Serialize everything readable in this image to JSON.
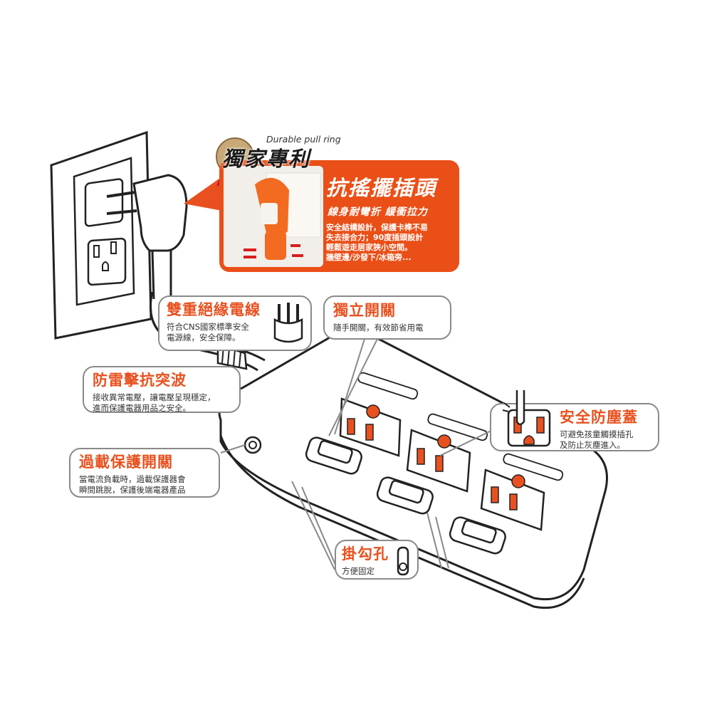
{
  "durable_caption": "Durable pull ring",
  "patent_badge": "獨家專利",
  "feature": {
    "heading": "抗搖擺插頭",
    "subheading": "線身耐彎折 緩衝拉力",
    "lines": [
      "安全結構設計，保護卡榫不易",
      "失去接合力；90度插頭設計",
      "輕鬆遊走居家狹小空間。",
      "牆壁邊/沙發下/冰箱旁..."
    ]
  },
  "callouts": {
    "cable": {
      "title": "雙重絕緣電線",
      "lines": [
        "符合CNS國家標準安全",
        "電源線，安全保障。"
      ]
    },
    "switch": {
      "title": "獨立開關",
      "lines": [
        "隨手開關，有效節省用電"
      ]
    },
    "surge": {
      "title": "防雷擊抗突波",
      "lines": [
        "接收異常電壓，讓電壓呈現穩定，",
        "進而保護電器用品之安全。"
      ]
    },
    "overload": {
      "title": "過載保護開關",
      "lines": [
        "當電流負載時，過載保護器會",
        "瞬間跳脫，保護後端電器產品"
      ]
    },
    "hook": {
      "title": "掛勾孔",
      "lines": [
        "方便固定"
      ]
    },
    "dust": {
      "title": "安全防塵蓋",
      "lines": [
        "可避免孩童觸摸插孔",
        "及防止灰塵進入。"
      ]
    }
  },
  "colors": {
    "accent": "#e8511f",
    "outline": "#222222",
    "callout_border": "#8a8a8a"
  },
  "icons": [
    "wall-outlet-icon",
    "plug-icon",
    "cable-prongs-icon",
    "hook-hole-icon",
    "finger-icon"
  ]
}
